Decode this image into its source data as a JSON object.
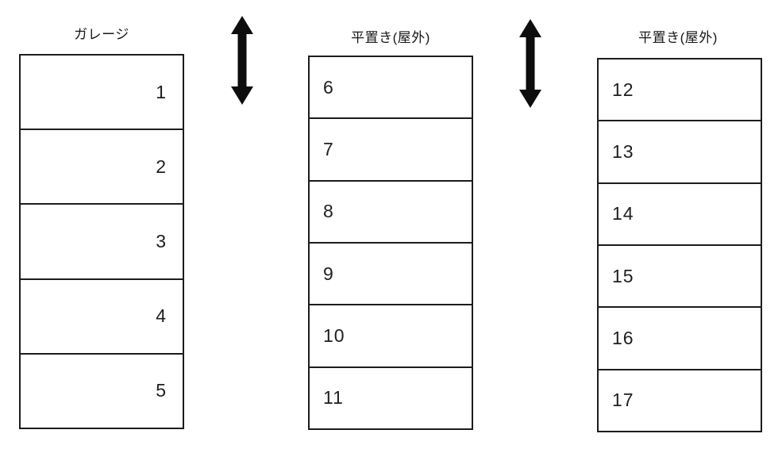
{
  "columns": [
    {
      "title": "ガレージ",
      "number_side": "right",
      "spaces": [
        "1",
        "2",
        "3",
        "4",
        "5"
      ]
    },
    {
      "title": "平置き(屋外)",
      "number_side": "left",
      "spaces": [
        "6",
        "7",
        "8",
        "9",
        "10",
        "11"
      ]
    },
    {
      "title": "平置き(屋外)",
      "number_side": "left",
      "spaces": [
        "12",
        "13",
        "14",
        "15",
        "16",
        "17"
      ]
    }
  ],
  "arrows": [
    {
      "icon": "vertical-double-arrow"
    },
    {
      "icon": "vertical-double-arrow"
    }
  ],
  "colors": {
    "background": "#ffffff",
    "line": "#1c1c1c",
    "arrow": "#0d0d0d",
    "text": "#1e1e1e"
  }
}
